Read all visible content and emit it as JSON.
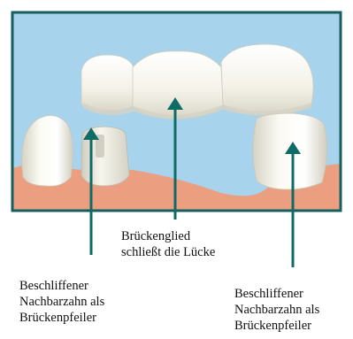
{
  "colors": {
    "sky": "#a8d3ec",
    "gum": "#ec9f80",
    "frame": "#165f5f",
    "arrow": "#0f6b66",
    "tooth_light": "#fbfaf2",
    "tooth_shade": "#d8d6c9",
    "stump_shade": "#c9c7b8"
  },
  "labels": {
    "center": [
      "Brückenglied",
      "schließt die Lücke"
    ],
    "left": [
      "Beschliffener",
      "Nachbarzahn als",
      "Brückenpfeiler"
    ],
    "right": [
      "Beschliffener",
      "Nachbarzahn als",
      "Brückenpfeiler"
    ]
  }
}
